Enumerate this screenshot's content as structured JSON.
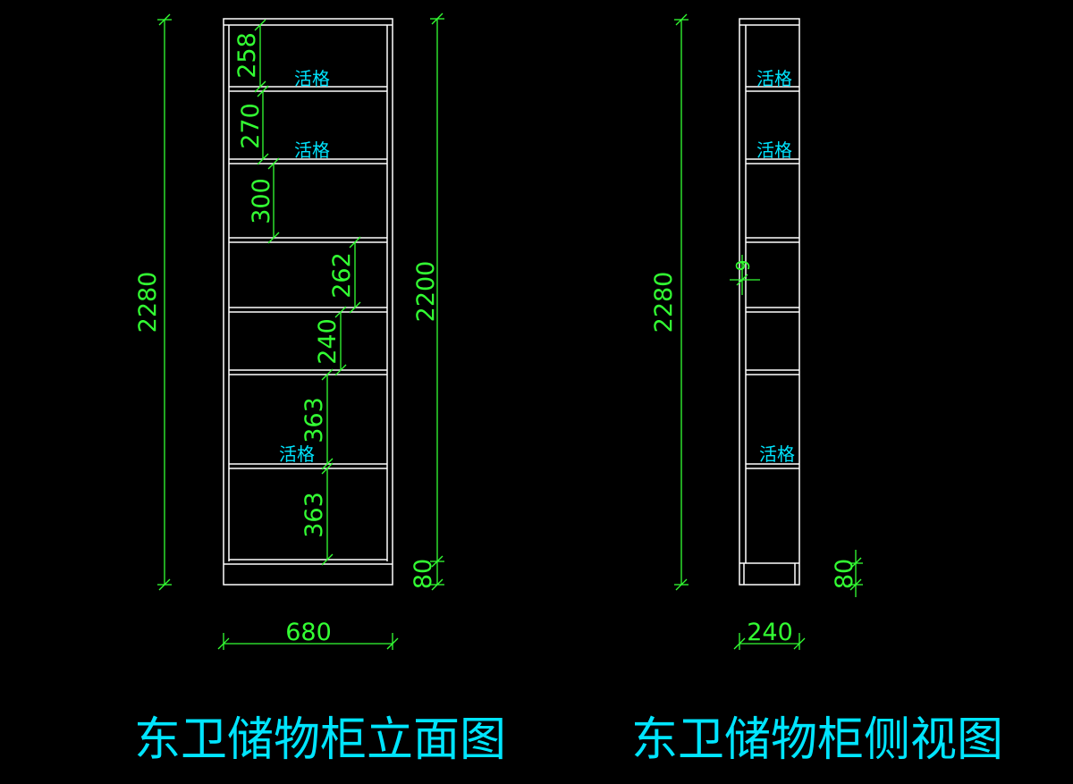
{
  "colors": {
    "background": "#000000",
    "geometry": "#ffffff",
    "dimension": "#33ff33",
    "annotation": "#00e5ff"
  },
  "elevation": {
    "title": "东卫储物柜立面图",
    "overall_height": "2280",
    "inner_height": "2200",
    "width": "680",
    "base_height": "80",
    "compartments": [
      "258",
      "270",
      "300",
      "262",
      "240",
      "363",
      "363"
    ],
    "shelf_labels": [
      "活格",
      "活格",
      "活格"
    ]
  },
  "side": {
    "title": "东卫储物柜侧视图",
    "overall_height": "2280",
    "depth": "240",
    "base_height": "80",
    "small_dim": "9",
    "shelf_labels": [
      "活格",
      "活格",
      "活格"
    ]
  }
}
